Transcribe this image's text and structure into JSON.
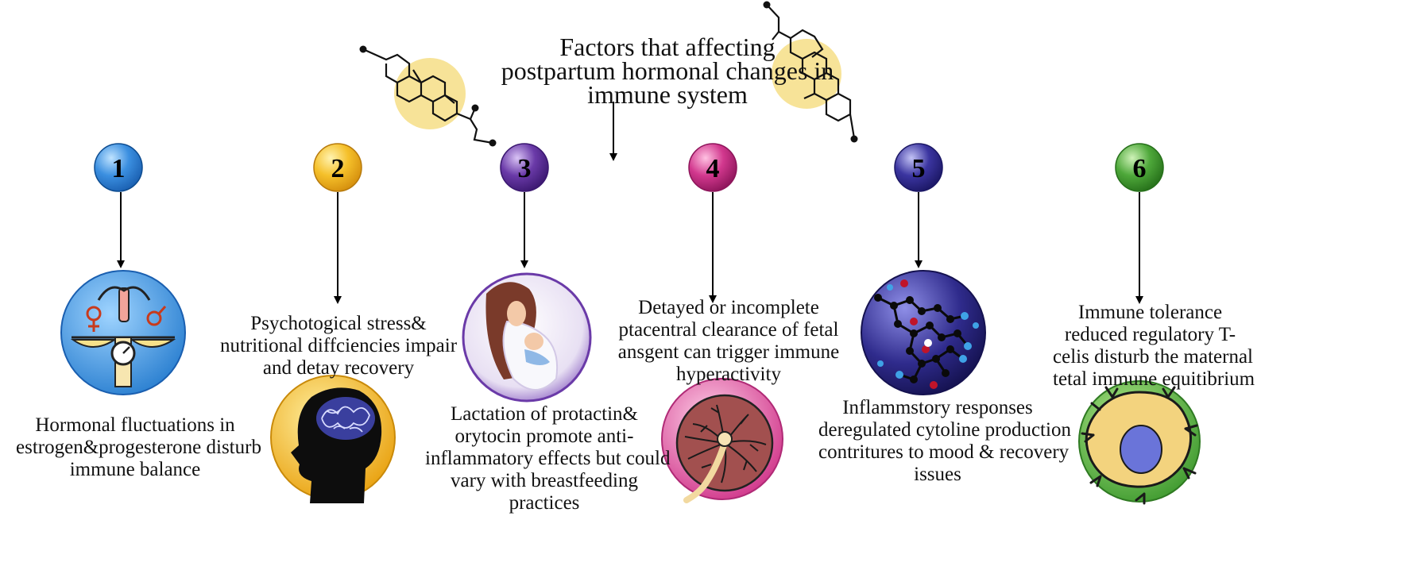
{
  "title_lines": [
    "Factors that affecting",
    "postpartum hormonal changes in",
    "immune system"
  ],
  "steps": [
    {
      "number": "1",
      "color": "#2f7fd6",
      "icon": "hormone-balance-icon",
      "caption": [
        "Hormonal fluctuations in",
        "estrogen&progesterone disturb",
        "immune balance"
      ]
    },
    {
      "number": "2",
      "color": "#f0b323",
      "icon": "stressed-brain-head-icon",
      "caption": [
        "Psychotogical stress&",
        "nutritional diffciencies impair",
        "and detay recovery"
      ]
    },
    {
      "number": "3",
      "color": "#5b2d91",
      "icon": "mother-breastfeeding-icon",
      "caption": [
        "Lactation of protactin&",
        "orytocin promote anti-",
        "inflammatory effects but could",
        "vary with breastfeeding",
        "practices"
      ]
    },
    {
      "number": "4",
      "color": "#c2257d",
      "icon": "placenta-icon",
      "caption": [
        "Detayed or incomplete",
        "ptacentral clearance of fetal",
        "ansgent can trigger immune",
        "hyperactivity"
      ]
    },
    {
      "number": "5",
      "color": "#2e2a8a",
      "icon": "cytokine-molecule-icon",
      "caption": [
        "Inflammstory responses",
        "deregulated cytoline production",
        "contritures to mood & recovery",
        "issues"
      ]
    },
    {
      "number": "6",
      "color": "#3f9a2f",
      "icon": "immune-cell-icon",
      "caption": [
        "Immune tolerance",
        "reduced regulatory T-",
        "celis disturb the maternal",
        "tetal immune equitibrium"
      ]
    }
  ]
}
